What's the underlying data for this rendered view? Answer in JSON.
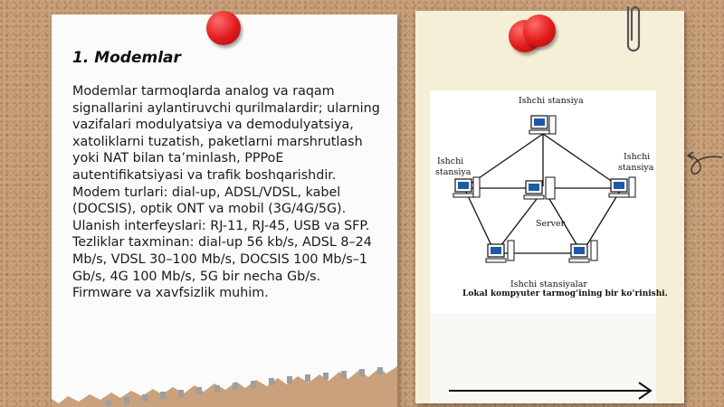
{
  "slide": {
    "title": "1. Modemlar",
    "body": "Modemlar tarmoqlarda analog va raqam signallarini aylantiruvchi qurilmalardir; ularning vazifalari modulyatsiya va demodulyatsiya, xatoliklarni tuzatish, paketlarni marshrutlash yoki NAT bilan ta’minlash, PPPoE autentifikatsiyasi va trafik boshqarishdir. Modem turlari: dial-up, ADSL/VDSL, kabel (DOCSIS), optik ONT va mobil (3G/4G/5G). Ulanish interfeyslari: RJ-11, RJ-45, USB va SFP. Tezliklar taxminan: dial-up 56 kb/s, ADSL 8–24 Mb/s, VDSL 30–100 Mb/s, DOCSIS 100 Mb/s–1 Gb/s, 4G 100 Mb/s, 5G bir necha Gb/s. Firmware va xavfsizlik muhim."
  },
  "diagram": {
    "label_top": "Ishchi stansiya",
    "label_left_1": "Ishchi",
    "label_left_2": "stansiya",
    "label_right_1": "Ishchi",
    "label_right_2": "stansiya",
    "label_server": "Server",
    "label_bottom": "Ishchi stansiyalar",
    "caption": "Lokal kompyuter tarmog‘ining bir ko‘rinishi."
  },
  "colors": {
    "cork": "#c9a27d",
    "pin_red": "#e01b1b",
    "note_white": "#fbfbfb",
    "note_cream": "#f6efd7"
  },
  "icons": [
    "push-pin-icon",
    "paperclip-icon",
    "computer-icon",
    "arrow-right-icon",
    "curl-arrow-icon"
  ]
}
